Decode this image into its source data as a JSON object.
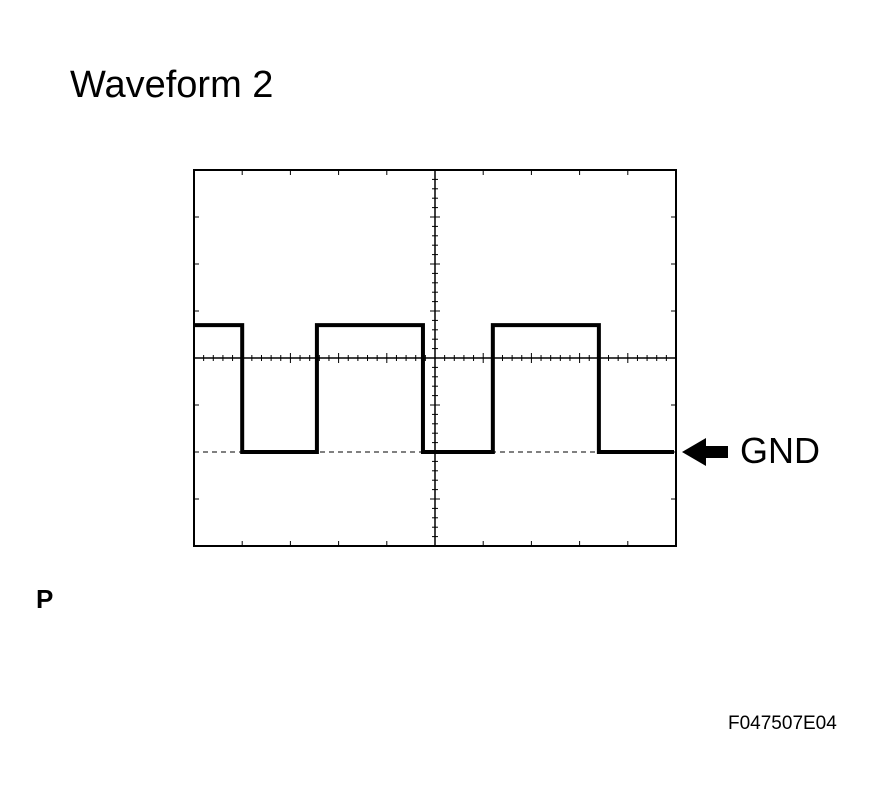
{
  "title": "Waveform 2",
  "ground_label": "GND",
  "side_label": "P",
  "figure_code": "F047507E04",
  "icons": {
    "ground_marker": "arrow-left-icon"
  },
  "colors": {
    "ink": "#000000",
    "background": "#ffffff"
  },
  "grid": {
    "horizontal_divisions": 10,
    "vertical_divisions": 8,
    "minor_ticks_per_division": 5
  },
  "waveform": {
    "type": "square",
    "ground_level_division": 2,
    "high_level_division": 4.7,
    "transitions_in_divisions": [
      1.0,
      2.55,
      4.75,
      6.2,
      8.4
    ]
  }
}
